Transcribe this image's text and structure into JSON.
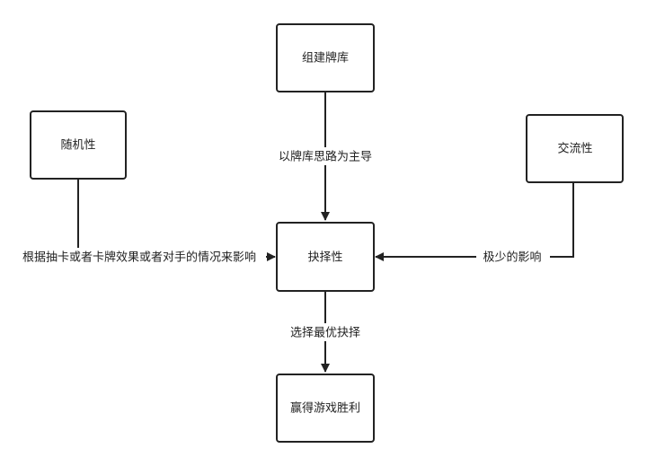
{
  "nodes": {
    "build_deck": "组建牌库",
    "randomness": "随机性",
    "interaction": "交流性",
    "choice": "抉择性",
    "win": "赢得游戏胜利"
  },
  "edges": {
    "deck_to_choice": "以牌库思路为主导",
    "random_to_choice": "根据抽卡或者卡牌效果或者对手的情况来影响",
    "interaction_to_choice": "极少的影响",
    "choice_to_win": "选择最优抉择"
  },
  "colors": {
    "stroke": "#222222",
    "node_fill": "#ffffff",
    "background": "#ffffff"
  }
}
